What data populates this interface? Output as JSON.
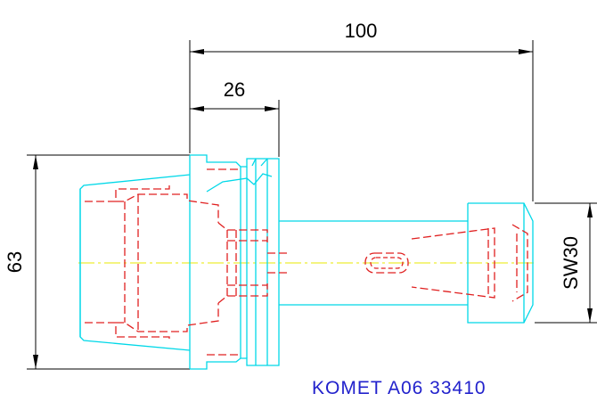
{
  "dimensions": {
    "overall_length": "100",
    "shank_length": "26",
    "flange_diameter": "63",
    "wrench_size": "SW30"
  },
  "label": {
    "product": "KOMET A06 33410"
  },
  "colors": {
    "outline": "#00d8e8",
    "hidden_lines": "#e02020",
    "centerline": "#e8e800",
    "dimensions": "#000000",
    "label": "#2222cc"
  }
}
